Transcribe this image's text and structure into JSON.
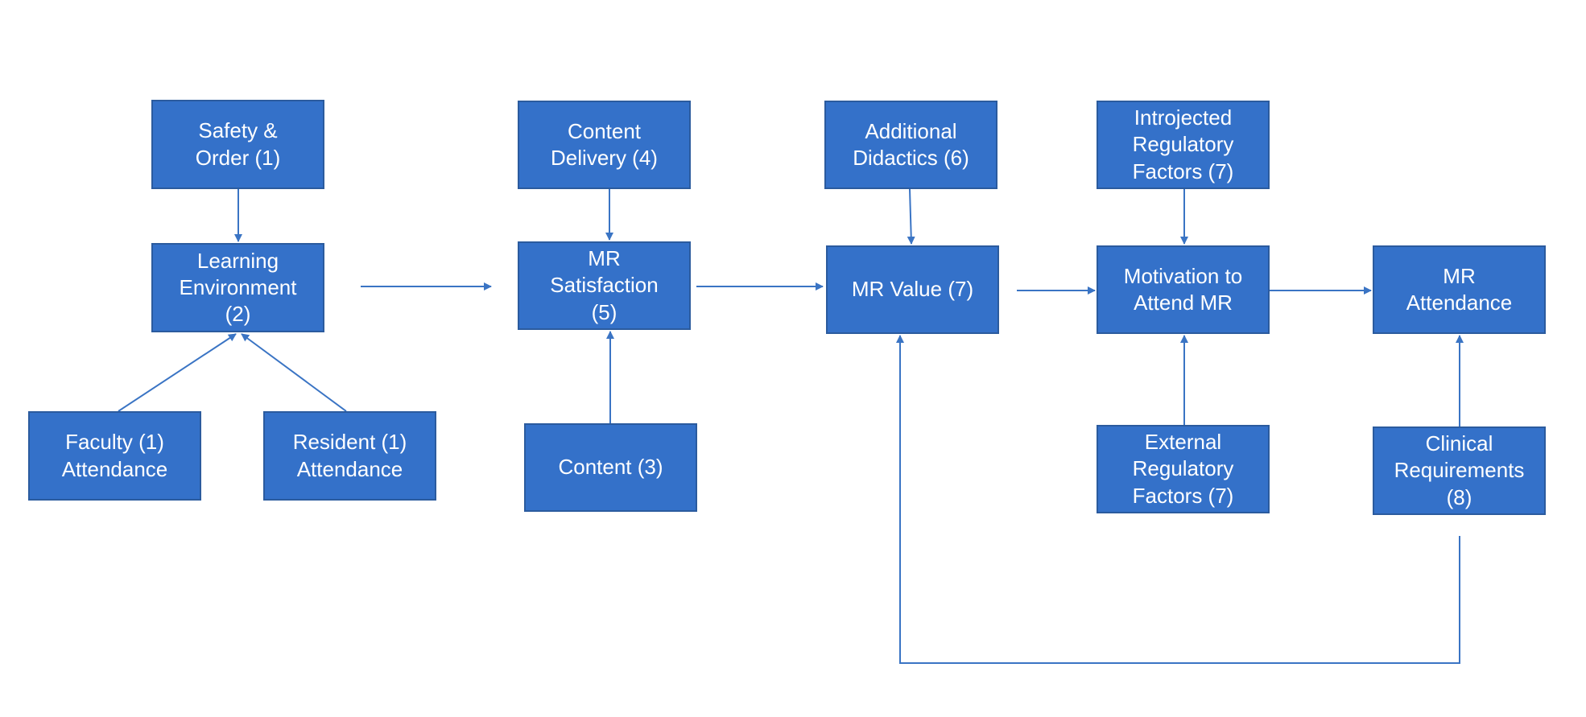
{
  "diagram": {
    "nodes": {
      "safety": "Safety &\nOrder (1)",
      "learning": "Learning\nEnvironment\n(2)",
      "faculty": "Faculty (1)\nAttendance",
      "resident": "Resident (1)\nAttendance",
      "content_delivery": "Content\nDelivery (4)",
      "mr_satisfaction": "MR\nSatisfaction\n(5)",
      "content": "Content (3)",
      "additional_didactics": "Additional\nDidactics (6)",
      "mr_value": "MR Value (7)",
      "introjected": "Introjected\nRegulatory\nFactors (7)",
      "motivation": "Motivation to\nAttend MR",
      "external": "External\nRegulatory\nFactors (7)",
      "mr_attendance": "MR\nAttendance",
      "clinical": "Clinical\nRequirements\n(8)"
    },
    "colors": {
      "box_fill": "#3471c9",
      "box_border": "#2b5b9e",
      "arrow": "#3a74c4",
      "text": "#ffffff"
    }
  }
}
